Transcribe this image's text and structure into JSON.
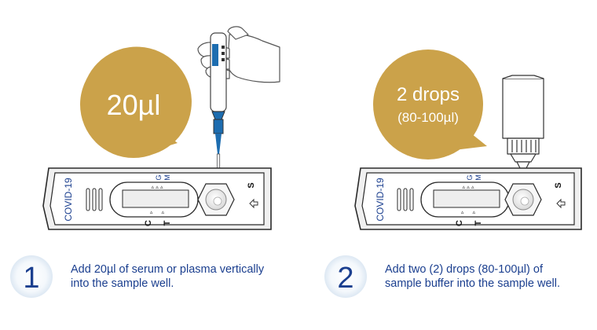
{
  "colors": {
    "bubble": "#CBA24A",
    "text_blue": "#1B3F8F",
    "pipette_blue": "#1D6DB0",
    "cassette_outline": "#2a2a2a",
    "step_circle": "#EAF1F8"
  },
  "panel1": {
    "bubble_text": "20µl",
    "cassette": {
      "brand": "COVID-19",
      "label_g": "G",
      "label_m": "M",
      "label_c": "C",
      "label_t": "T",
      "label_s": "S"
    },
    "step_number": "1",
    "instruction": "Add 20µl of serum or plasma vertically\ninto the sample well.",
    "icons": [
      "hand-icon",
      "pipette-icon",
      "arrow-icon"
    ]
  },
  "panel2": {
    "bubble_line1": "2 drops",
    "bubble_line2": "(80-100µl)",
    "cassette": {
      "brand": "COVID-19",
      "label_g": "G",
      "label_m": "M",
      "label_c": "C",
      "label_t": "T",
      "label_s": "S"
    },
    "step_number": "2",
    "instruction": "Add two (2) drops (80-100µl) of\nsample buffer into the sample well.",
    "icons": [
      "dropper-bottle-icon",
      "drop-icon",
      "arrow-icon"
    ]
  }
}
